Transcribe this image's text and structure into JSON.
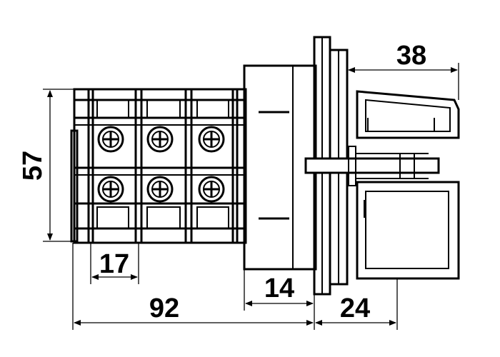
{
  "dimensions": {
    "height": "57",
    "pitch": "17",
    "overall_length": "92",
    "body_depth": "14",
    "handle_depth": "24",
    "handle_width": "38"
  },
  "colors": {
    "line": "#000000",
    "background": "#ffffff"
  }
}
